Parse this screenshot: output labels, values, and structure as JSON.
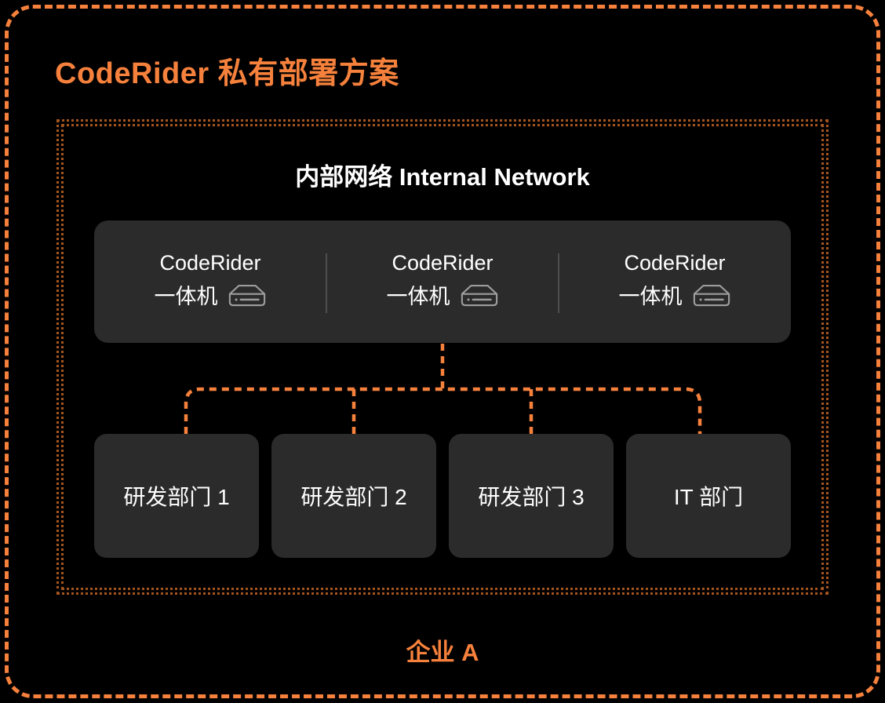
{
  "title": "CodeRider 私有部署方案",
  "enterprise": {
    "label": "企业 A",
    "network": {
      "title": "内部网络 Internal Network",
      "appliances": [
        {
          "name": "CodeRider",
          "type": "一体机",
          "icon": "server-appliance-icon"
        },
        {
          "name": "CodeRider",
          "type": "一体机",
          "icon": "server-appliance-icon"
        },
        {
          "name": "CodeRider",
          "type": "一体机",
          "icon": "server-appliance-icon"
        }
      ]
    },
    "departments": [
      {
        "label": "研发部门 1"
      },
      {
        "label": "研发部门 2"
      },
      {
        "label": "研发部门 3"
      },
      {
        "label": "IT 部门"
      }
    ]
  },
  "colors": {
    "background": "#000000",
    "accent": "#F6813C",
    "inner_border": "#A4551F",
    "panel_bg": "#2B2B2B",
    "box_bg": "#2B2B2B",
    "divider": "#4E4E4E",
    "icon_stroke": "#9D9D9D",
    "text": "#FFFFFF"
  }
}
